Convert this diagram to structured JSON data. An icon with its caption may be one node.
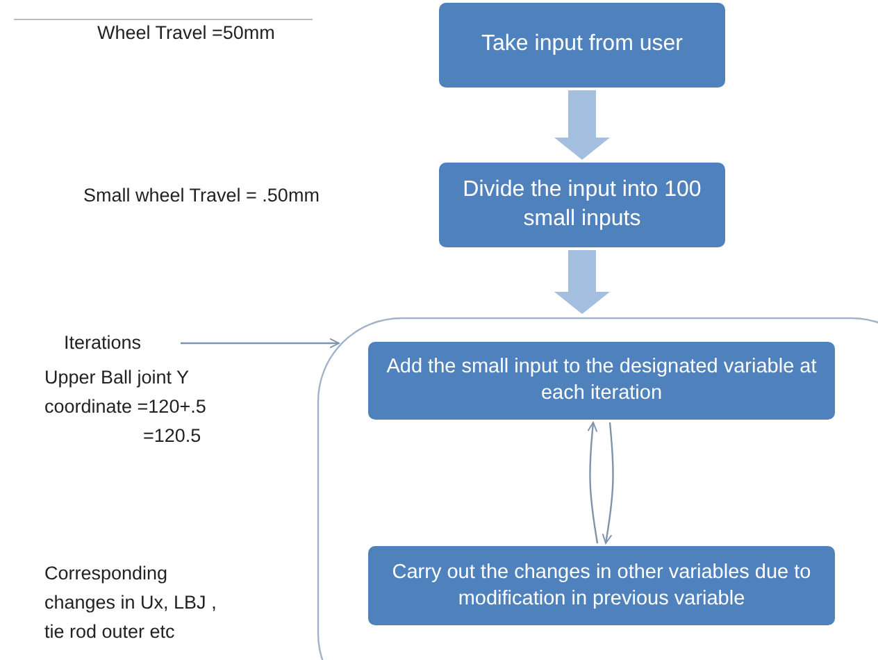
{
  "diagram": {
    "nodes": [
      {
        "text": [
          "Take input from user"
        ]
      },
      {
        "text": [
          "Divide the input into 100 small inputs"
        ]
      },
      {
        "text": [],
        "shape": "box"
      },
      {
        "text": [
          "Add the small input to the designated variable at each iteration"
        ],
        "in": 2
      },
      {
        "text": [
          "Carry out the changes in other variables due to modification in previous variable"
        ],
        "in": 2
      },
      {
        "text": [
          "Iterations"
        ]
      }
    ],
    "edges": [
      {
        "from": 0,
        "to": 1,
        "arrow": "to",
        "style": "thick",
        "color": "#a3bedf"
      },
      {
        "from": 1,
        "to": 2,
        "arrow": "to",
        "style": "thick",
        "color": "#a3bedf"
      },
      {
        "from": 5,
        "to": 2,
        "arrow": "to"
      },
      {
        "from": 4,
        "to": 3,
        "arrow": "to"
      },
      {
        "from": 3,
        "to": 4,
        "arrow": "to"
      }
    ],
    "labels": [
      "Wheel Travel =50mm",
      "Small wheel Travel = .50mm",
      "Upper Ball joint Y coordinate =120+.5",
      "=120.5",
      "Corresponding changes in Ux, LBJ , tie rod outer etc"
    ]
  }
}
